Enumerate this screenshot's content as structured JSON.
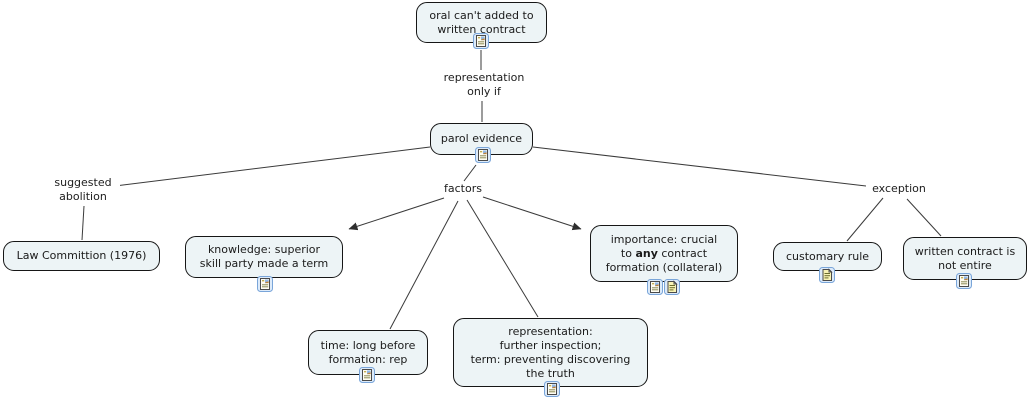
{
  "nodes": {
    "oral": {
      "label": "oral can't added to\nwritten contract",
      "icons": [
        "resource-icon"
      ]
    },
    "parol": {
      "label": "parol evidence",
      "icons": [
        "resource-icon"
      ]
    },
    "law": {
      "label": "Law Committion (1976)",
      "icons": []
    },
    "knowledge": {
      "label": "knowledge: superior\nskill party made a term",
      "icons": [
        "resource-icon"
      ]
    },
    "time": {
      "label": "time: long before\nformation: rep",
      "icons": [
        "resource-icon"
      ]
    },
    "representation": {
      "label": "representation:\nfurther inspection;\nterm: preventing discovering\nthe truth",
      "icons": [
        "resource-icon"
      ]
    },
    "importance": {
      "line1": "importance: crucial",
      "line2_pre": "to ",
      "line2_bold": "any",
      "line2_post": " contract",
      "line3": "formation (collateral)",
      "icons": [
        "resource-icon",
        "text-note-icon"
      ]
    },
    "customary": {
      "label": "customary rule",
      "icons": [
        "text-note-icon"
      ]
    },
    "written": {
      "label": "written contract is\nnot entire",
      "icons": [
        "resource-icon"
      ]
    }
  },
  "link_labels": {
    "representation_only_if": "representation\nonly if",
    "suggested_abolition": "suggested\nabolition",
    "factors": "factors",
    "exception": "exception"
  },
  "colors": {
    "node_fill": "#edf4f6",
    "node_border": "#161616",
    "connector": "#3a3a3a",
    "icon_frame_border": "#79a5d9",
    "icon_frame_fill": "#ddebfa",
    "note_page": "#f8f3b5",
    "text": "#1a1a1a",
    "background": "#ffffff"
  }
}
